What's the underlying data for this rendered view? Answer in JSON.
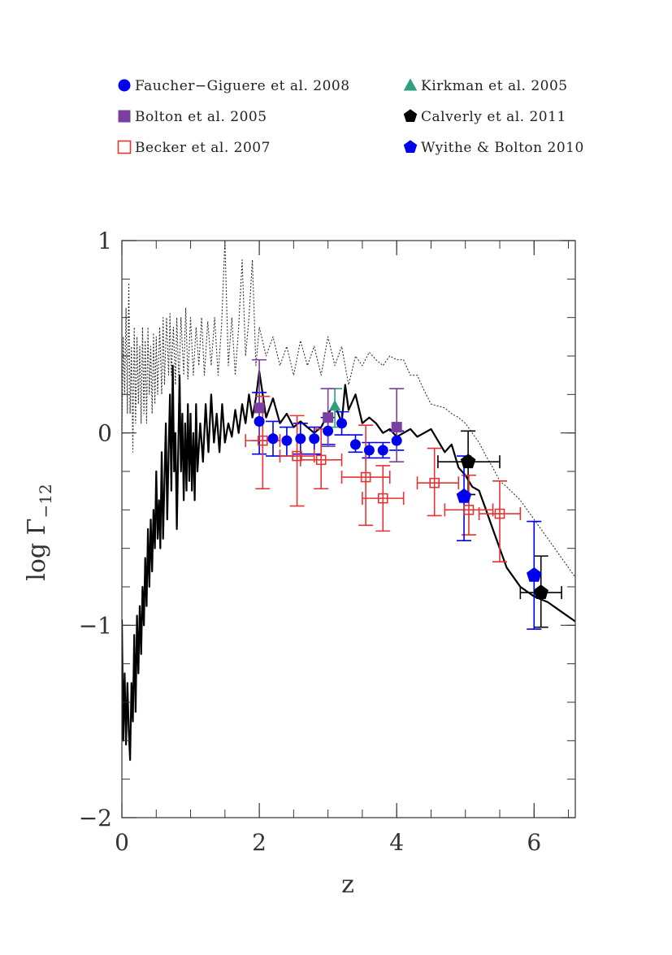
{
  "chart_data": {
    "type": "scatter",
    "xlabel": "z",
    "ylabel_main": "log Γ",
    "ylabel_sub": "−12",
    "xlim": [
      0,
      6.6
    ],
    "ylim": [
      -2,
      1
    ],
    "x_ticks": [
      {
        "value": 0,
        "label": "0"
      },
      {
        "value": 2,
        "label": "2"
      },
      {
        "value": 4,
        "label": "4"
      },
      {
        "value": 6,
        "label": "6"
      }
    ],
    "y_ticks": [
      {
        "value": -2,
        "label": "−2"
      },
      {
        "value": -1,
        "label": "−1"
      },
      {
        "value": 0,
        "label": "0"
      },
      {
        "value": 1,
        "label": "1"
      }
    ],
    "legend": [
      {
        "label": "Faucher−Giguere et al. 2008",
        "marker": "circle",
        "color": "#0000ee"
      },
      {
        "label": "Kirkman et al. 2005",
        "marker": "triangle",
        "color": "#2e9e7e"
      },
      {
        "label": "Bolton et al. 2005",
        "marker": "square",
        "color": "#7b3fa0"
      },
      {
        "label": "Calverly et al. 2011",
        "marker": "pentagon",
        "color": "#000000"
      },
      {
        "label": "Becker et al. 2007",
        "marker": "open-square",
        "color": "#e53333"
      },
      {
        "label": "Wyithe & Bolton 2010",
        "marker": "pentagon",
        "color": "#0000ee"
      }
    ],
    "series": [
      {
        "marker": "circle",
        "color": "#0000ee",
        "points": [
          {
            "x": 2.0,
            "y": 0.06,
            "ylo": -0.11,
            "yhi": 0.21
          },
          {
            "x": 2.2,
            "y": -0.03,
            "ylo": -0.12,
            "yhi": 0.06
          },
          {
            "x": 2.4,
            "y": -0.04,
            "ylo": -0.12,
            "yhi": 0.03
          },
          {
            "x": 2.6,
            "y": -0.03,
            "ylo": -0.11,
            "yhi": 0.05
          },
          {
            "x": 2.8,
            "y": -0.03,
            "ylo": -0.11,
            "yhi": 0.03
          },
          {
            "x": 3.0,
            "y": 0.01,
            "ylo": -0.06,
            "yhi": 0.08
          },
          {
            "x": 3.2,
            "y": 0.05,
            "ylo": -0.01,
            "yhi": 0.11
          },
          {
            "x": 3.4,
            "y": -0.06,
            "ylo": -0.1,
            "yhi": -0.01
          },
          {
            "x": 3.6,
            "y": -0.09,
            "ylo": -0.13,
            "yhi": -0.05
          },
          {
            "x": 3.8,
            "y": -0.09,
            "ylo": -0.13,
            "yhi": -0.05
          },
          {
            "x": 4.0,
            "y": -0.04,
            "ylo": -0.09,
            "yhi": 0.01
          }
        ]
      },
      {
        "marker": "triangle",
        "color": "#2e9e7e",
        "points": [
          {
            "x": 3.1,
            "y": 0.14,
            "ylo": 0.03,
            "yhi": 0.23
          }
        ]
      },
      {
        "marker": "square",
        "color": "#7b3fa0",
        "points": [
          {
            "x": 2.0,
            "y": 0.13,
            "ylo": -0.04,
            "yhi": 0.38
          },
          {
            "x": 3.0,
            "y": 0.08,
            "ylo": -0.07,
            "yhi": 0.23
          },
          {
            "x": 4.0,
            "y": 0.03,
            "ylo": -0.15,
            "yhi": 0.23
          }
        ]
      },
      {
        "marker": "pentagon",
        "color": "#000000",
        "points": [
          {
            "x": 5.04,
            "y": -0.15,
            "ylo": -0.32,
            "yhi": 0.01,
            "xlo": 4.6,
            "xhi": 5.5
          },
          {
            "x": 6.1,
            "y": -0.83,
            "ylo": -1.01,
            "yhi": -0.64,
            "xlo": 5.8,
            "xhi": 6.4
          }
        ]
      },
      {
        "marker": "open-square",
        "color": "#e53333",
        "points": [
          {
            "x": 2.05,
            "y": -0.04,
            "ylo": -0.29,
            "yhi": 0.19,
            "xlo": 1.8,
            "xhi": 2.3
          },
          {
            "x": 2.55,
            "y": -0.12,
            "ylo": -0.38,
            "yhi": 0.09,
            "xlo": 2.3,
            "xhi": 2.8
          },
          {
            "x": 2.9,
            "y": -0.14,
            "ylo": -0.29,
            "yhi": 0.02,
            "xlo": 2.6,
            "xhi": 3.2
          },
          {
            "x": 3.55,
            "y": -0.23,
            "ylo": -0.48,
            "yhi": 0.04,
            "xlo": 3.2,
            "xhi": 3.9
          },
          {
            "x": 3.8,
            "y": -0.34,
            "ylo": -0.51,
            "yhi": -0.17,
            "xlo": 3.5,
            "xhi": 4.1
          },
          {
            "x": 4.55,
            "y": -0.26,
            "ylo": -0.43,
            "yhi": -0.08,
            "xlo": 4.3,
            "xhi": 4.9
          },
          {
            "x": 5.05,
            "y": -0.4,
            "ylo": -0.53,
            "yhi": -0.22,
            "xlo": 4.7,
            "xhi": 5.4
          },
          {
            "x": 5.5,
            "y": -0.42,
            "ylo": -0.67,
            "yhi": -0.25,
            "xlo": 5.2,
            "xhi": 5.8
          }
        ]
      },
      {
        "marker": "pentagon",
        "color": "#0000ee",
        "points": [
          {
            "x": 4.98,
            "y": -0.33,
            "ylo": -0.56,
            "yhi": -0.12
          },
          {
            "x": 6.0,
            "y": -0.74,
            "ylo": -1.02,
            "yhi": -0.46
          }
        ]
      }
    ],
    "model_curves": [
      {
        "style": "solid",
        "color": "#000000",
        "points": [
          [
            0,
            -0.97
          ],
          [
            0.02,
            -1.6
          ],
          [
            0.04,
            -1.25
          ],
          [
            0.06,
            -1.62
          ],
          [
            0.08,
            -1.3
          ],
          [
            0.1,
            -1.55
          ],
          [
            0.12,
            -1.7
          ],
          [
            0.14,
            -1.3
          ],
          [
            0.16,
            -1.5
          ],
          [
            0.18,
            -1.05
          ],
          [
            0.2,
            -1.45
          ],
          [
            0.22,
            -0.95
          ],
          [
            0.24,
            -1.25
          ],
          [
            0.26,
            -0.9
          ],
          [
            0.28,
            -1.15
          ],
          [
            0.3,
            -0.8
          ],
          [
            0.32,
            -1.0
          ],
          [
            0.34,
            -0.65
          ],
          [
            0.36,
            -0.9
          ],
          [
            0.38,
            -0.5
          ],
          [
            0.4,
            -0.8
          ],
          [
            0.42,
            -0.45
          ],
          [
            0.44,
            -0.72
          ],
          [
            0.46,
            -0.4
          ],
          [
            0.48,
            -0.6
          ],
          [
            0.5,
            -0.2
          ],
          [
            0.52,
            -0.55
          ],
          [
            0.54,
            -0.35
          ],
          [
            0.56,
            -0.6
          ],
          [
            0.58,
            -0.1
          ],
          [
            0.6,
            -0.55
          ],
          [
            0.62,
            -0.25
          ],
          [
            0.64,
            0.05
          ],
          [
            0.66,
            -0.45
          ],
          [
            0.68,
            -0.1
          ],
          [
            0.7,
            0.2
          ],
          [
            0.72,
            -0.3
          ],
          [
            0.74,
            0.35
          ],
          [
            0.76,
            -0.2
          ],
          [
            0.78,
            0.0
          ],
          [
            0.8,
            -0.5
          ],
          [
            0.82,
            -0.1
          ],
          [
            0.84,
            0.3
          ],
          [
            0.86,
            -0.2
          ],
          [
            0.88,
            0.1
          ],
          [
            0.9,
            -0.35
          ],
          [
            0.92,
            0.05
          ],
          [
            0.94,
            -0.3
          ],
          [
            0.96,
            0.15
          ],
          [
            0.98,
            -0.25
          ],
          [
            1.0,
            0.1
          ],
          [
            1.02,
            -0.3
          ],
          [
            1.04,
            0.0
          ],
          [
            1.06,
            -0.35
          ],
          [
            1.08,
            0.15
          ],
          [
            1.1,
            -0.2
          ],
          [
            1.14,
            0.05
          ],
          [
            1.18,
            -0.15
          ],
          [
            1.22,
            0.15
          ],
          [
            1.26,
            -0.1
          ],
          [
            1.3,
            0.2
          ],
          [
            1.34,
            -0.05
          ],
          [
            1.38,
            0.1
          ],
          [
            1.42,
            -0.1
          ],
          [
            1.46,
            0.15
          ],
          [
            1.5,
            -0.05
          ],
          [
            1.55,
            0.05
          ],
          [
            1.6,
            -0.02
          ],
          [
            1.65,
            0.12
          ],
          [
            1.7,
            0.0
          ],
          [
            1.75,
            0.15
          ],
          [
            1.8,
            0.05
          ],
          [
            1.85,
            0.2
          ],
          [
            1.9,
            0.08
          ],
          [
            1.95,
            0.18
          ],
          [
            2.0,
            0.32
          ],
          [
            2.1,
            0.08
          ],
          [
            2.2,
            0.18
          ],
          [
            2.3,
            0.05
          ],
          [
            2.4,
            0.1
          ],
          [
            2.5,
            0.03
          ],
          [
            2.6,
            0.06
          ],
          [
            2.7,
            0.03
          ],
          [
            2.8,
            0.0
          ],
          [
            2.9,
            0.03
          ],
          [
            3.0,
            0.1
          ],
          [
            3.1,
            0.15
          ],
          [
            3.2,
            0.05
          ],
          [
            3.25,
            0.25
          ],
          [
            3.3,
            0.12
          ],
          [
            3.4,
            0.2
          ],
          [
            3.5,
            0.05
          ],
          [
            3.6,
            0.08
          ],
          [
            3.7,
            0.05
          ],
          [
            3.8,
            0.0
          ],
          [
            3.9,
            0.02
          ],
          [
            4.0,
            -0.02
          ],
          [
            4.1,
            0.0
          ],
          [
            4.2,
            0.02
          ],
          [
            4.3,
            -0.02
          ],
          [
            4.4,
            0.0
          ],
          [
            4.5,
            0.02
          ],
          [
            4.6,
            -0.04
          ],
          [
            4.7,
            -0.1
          ],
          [
            4.8,
            -0.06
          ],
          [
            4.9,
            -0.18
          ],
          [
            5.0,
            -0.22
          ],
          [
            5.1,
            -0.28
          ],
          [
            5.2,
            -0.3
          ],
          [
            5.3,
            -0.4
          ],
          [
            5.4,
            -0.5
          ],
          [
            5.5,
            -0.6
          ],
          [
            5.6,
            -0.7
          ],
          [
            5.8,
            -0.8
          ],
          [
            6.0,
            -0.85
          ],
          [
            6.2,
            -0.88
          ],
          [
            6.4,
            -0.93
          ],
          [
            6.6,
            -0.98
          ]
        ]
      },
      {
        "style": "dotted",
        "color": "#333333",
        "points": [
          [
            0,
            0.0
          ],
          [
            0.02,
            0.5
          ],
          [
            0.04,
            0.2
          ],
          [
            0.06,
            0.65
          ],
          [
            0.08,
            0.1
          ],
          [
            0.1,
            0.78
          ],
          [
            0.12,
            0.1
          ],
          [
            0.14,
            0.45
          ],
          [
            0.16,
            -0.1
          ],
          [
            0.18,
            0.55
          ],
          [
            0.2,
            0.05
          ],
          [
            0.22,
            0.5
          ],
          [
            0.24,
            0.15
          ],
          [
            0.26,
            0.45
          ],
          [
            0.28,
            0.05
          ],
          [
            0.3,
            0.55
          ],
          [
            0.32,
            0.1
          ],
          [
            0.34,
            0.48
          ],
          [
            0.36,
            0.05
          ],
          [
            0.38,
            0.55
          ],
          [
            0.4,
            0.2
          ],
          [
            0.42,
            0.45
          ],
          [
            0.44,
            0.1
          ],
          [
            0.46,
            0.52
          ],
          [
            0.48,
            0.15
          ],
          [
            0.5,
            0.5
          ],
          [
            0.52,
            0.2
          ],
          [
            0.55,
            0.55
          ],
          [
            0.58,
            0.2
          ],
          [
            0.6,
            0.6
          ],
          [
            0.62,
            0.25
          ],
          [
            0.65,
            0.6
          ],
          [
            0.68,
            0.3
          ],
          [
            0.7,
            0.62
          ],
          [
            0.72,
            0.3
          ],
          [
            0.75,
            0.55
          ],
          [
            0.78,
            0.25
          ],
          [
            0.8,
            0.6
          ],
          [
            0.83,
            0.25
          ],
          [
            0.86,
            0.6
          ],
          [
            0.9,
            0.3
          ],
          [
            0.93,
            0.65
          ],
          [
            0.96,
            0.28
          ],
          [
            1.0,
            0.6
          ],
          [
            1.04,
            0.3
          ],
          [
            1.08,
            0.55
          ],
          [
            1.12,
            0.35
          ],
          [
            1.16,
            0.6
          ],
          [
            1.2,
            0.3
          ],
          [
            1.25,
            0.58
          ],
          [
            1.3,
            0.35
          ],
          [
            1.35,
            0.6
          ],
          [
            1.4,
            0.3
          ],
          [
            1.45,
            0.55
          ],
          [
            1.5,
            1.0
          ],
          [
            1.55,
            0.35
          ],
          [
            1.6,
            0.6
          ],
          [
            1.65,
            0.3
          ],
          [
            1.7,
            0.55
          ],
          [
            1.75,
            0.9
          ],
          [
            1.8,
            0.4
          ],
          [
            1.85,
            0.6
          ],
          [
            1.9,
            0.9
          ],
          [
            1.95,
            0.35
          ],
          [
            2.0,
            0.55
          ],
          [
            2.1,
            0.4
          ],
          [
            2.2,
            0.5
          ],
          [
            2.3,
            0.35
          ],
          [
            2.4,
            0.45
          ],
          [
            2.5,
            0.3
          ],
          [
            2.6,
            0.48
          ],
          [
            2.7,
            0.35
          ],
          [
            2.8,
            0.45
          ],
          [
            2.9,
            0.3
          ],
          [
            3.0,
            0.5
          ],
          [
            3.1,
            0.35
          ],
          [
            3.2,
            0.45
          ],
          [
            3.3,
            0.25
          ],
          [
            3.4,
            0.4
          ],
          [
            3.5,
            0.35
          ],
          [
            3.6,
            0.42
          ],
          [
            3.7,
            0.38
          ],
          [
            3.8,
            0.35
          ],
          [
            3.9,
            0.4
          ],
          [
            4.0,
            0.38
          ],
          [
            4.1,
            0.38
          ],
          [
            4.2,
            0.3
          ],
          [
            4.3,
            0.3
          ],
          [
            4.4,
            0.22
          ],
          [
            4.5,
            0.15
          ],
          [
            4.6,
            0.14
          ],
          [
            4.7,
            0.13
          ],
          [
            4.8,
            0.1
          ],
          [
            4.9,
            0.08
          ],
          [
            5.0,
            0.05
          ],
          [
            5.1,
            0.0
          ],
          [
            5.2,
            -0.05
          ],
          [
            5.3,
            -0.12
          ],
          [
            5.4,
            -0.18
          ],
          [
            5.5,
            -0.25
          ],
          [
            5.6,
            -0.28
          ],
          [
            5.8,
            -0.35
          ],
          [
            6.0,
            -0.45
          ],
          [
            6.2,
            -0.55
          ],
          [
            6.4,
            -0.65
          ],
          [
            6.6,
            -0.75
          ]
        ]
      }
    ]
  }
}
